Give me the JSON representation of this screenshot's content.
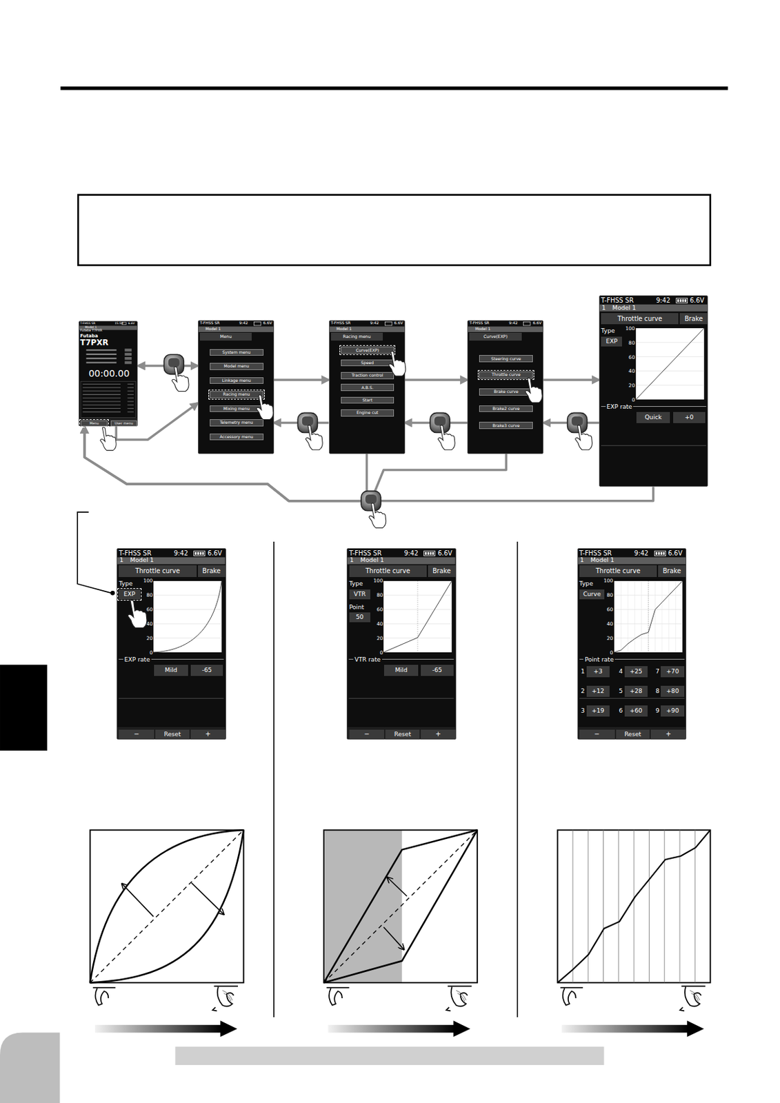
{
  "diagram": {
    "nodes": [
      {
        "text": [
          "T-FHSS SR",
          "15:59",
          "6.6V",
          "Model 1",
          "Futaba T7PXR",
          "Futaba",
          "T7PXR",
          "00:00.00",
          "Menu",
          "User menu"
        ]
      },
      {
        "text": [
          "T-FHSS SR",
          "9:42",
          "6.6V",
          "Model 1",
          "Menu",
          "System menu",
          "Model menu",
          "Linkage menu",
          "Racing menu",
          "Mixing menu",
          "Telemetry menu",
          "Accessory menu"
        ]
      },
      {
        "text": [
          "T-FHSS SR",
          "9:42",
          "6.6V",
          "Model 1",
          "Racing menu",
          "Curve(EXP)",
          "Speed",
          "Traction control",
          "A.B.S.",
          "Start",
          "Engine cut"
        ]
      },
      {
        "text": [
          "T-FHSS SR",
          "9:42",
          "6.6V",
          "Model 1",
          "Curve(EXP)",
          "Steering curve",
          "Throttle curve",
          "Brake curve",
          "Brake2 curve",
          "Brake3 curve"
        ]
      },
      {
        "text": [
          "T-FHSS SR",
          "9:42",
          "6.6V",
          "1",
          "Model 1",
          "Throttle curve",
          "Brake",
          "Type",
          "EXP",
          "100",
          "80",
          "60",
          "40",
          "20",
          "0",
          "EXP rate",
          "Quick",
          "+0"
        ]
      },
      {
        "text": [
          "T-FHSS SR",
          "9:42",
          "6.6V",
          "1",
          "Model 1",
          "Throttle curve",
          "Brake",
          "Type",
          "EXP",
          "100",
          "80",
          "60",
          "40",
          "20",
          "0",
          "EXP rate",
          "Mild",
          "-65",
          "−",
          "Reset",
          "+"
        ]
      },
      {
        "text": [
          "T-FHSS SR",
          "9:42",
          "6.6V",
          "1",
          "Model 1",
          "Throttle curve",
          "Brake",
          "Type",
          "VTR",
          "Point",
          "50",
          "100",
          "80",
          "60",
          "40",
          "20",
          "0",
          "VTR rate",
          "Mild",
          "-65",
          "−",
          "Reset",
          "+"
        ]
      },
      {
        "text": [
          "T-FHSS SR",
          "9:42",
          "6.6V",
          "1",
          "Model 1",
          "Throttle curve",
          "Brake",
          "Type",
          "Curve",
          "100",
          "80",
          "60",
          "40",
          "20",
          "0",
          "Point rate",
          "1",
          "+3",
          "4",
          "+25",
          "7",
          "+70",
          "2",
          "+12",
          "5",
          "+28",
          "8",
          "+80",
          "3",
          "+19",
          "6",
          "+60",
          "9",
          "+90",
          "−",
          "Reset",
          "+"
        ]
      }
    ],
    "edges": [
      {
        "from": 0,
        "to": 1,
        "arrow": "both"
      },
      {
        "from": 0,
        "to": 1,
        "arrow": "to"
      },
      {
        "from": 1,
        "to": 2,
        "arrow": "to"
      },
      {
        "from": 2,
        "to": 3,
        "arrow": "to"
      },
      {
        "from": 3,
        "to": 4,
        "arrow": "to"
      },
      {
        "from": 2,
        "to": 1,
        "arrow": "to"
      },
      {
        "from": 3,
        "to": 2,
        "arrow": "to"
      },
      {
        "from": 4,
        "to": 3,
        "arrow": "to"
      },
      {
        "from": 2,
        "to": 0,
        "arrow": "to"
      },
      {
        "from": 3,
        "to": 0,
        "arrow": "to"
      },
      {
        "from": 4,
        "to": 0,
        "arrow": "to"
      }
    ]
  }
}
